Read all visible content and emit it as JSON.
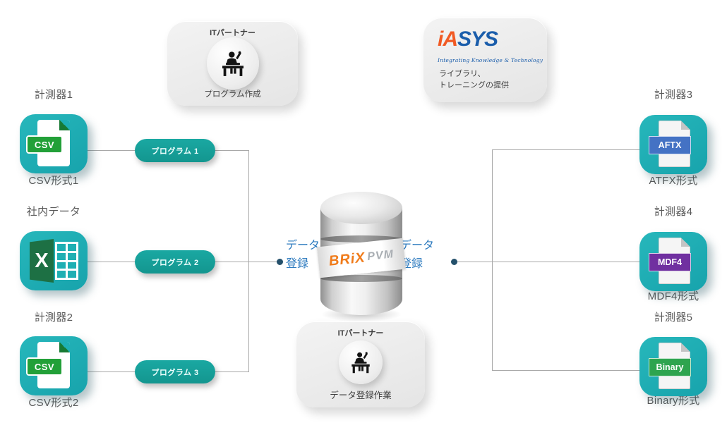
{
  "colors": {
    "tile_teal": "#1EB0B4",
    "pill_teal": "#159B95",
    "note_blue": "#2E7BBF",
    "label_gray": "#595959",
    "line_gray": "#A8A8A8",
    "brix_orange": "#F07B1A",
    "pvm_gray": "#A9AEB3",
    "iasys_orange": "#F15A24",
    "iasys_blue": "#1A5DAB",
    "csv_badge_green": "#22A038",
    "csv_fold_green": "#177A33",
    "excel_green": "#1D7044",
    "aftx_badge_blue": "#4472C4",
    "mdf4_badge_purple": "#7030A0",
    "binary_badge_green": "#2EA44F"
  },
  "partner_top": {
    "title": "ITパートナー",
    "caption": "プログラム作成"
  },
  "iasys": {
    "logo_left": "iA",
    "logo_right": "SYS",
    "tagline": "Integrating Knowledge & Technology",
    "service_line1": "ライブラリ、",
    "service_line2": "トレーニングの提供"
  },
  "sources": [
    {
      "device": "計測器1",
      "badge": "CSV",
      "format": "CSV形式1"
    },
    {
      "device": "社内データ",
      "badge": "X",
      "format": ""
    },
    {
      "device": "計測器2",
      "badge": "CSV",
      "format": "CSV形式2"
    }
  ],
  "programs": [
    "プログラム 1",
    "プログラム 2",
    "プログラム 3"
  ],
  "database": {
    "logo_primary": "BRiX",
    "logo_secondary": "PVM",
    "note_left_line1": "データ",
    "note_left_line2": "登録",
    "note_right_line1": "データ",
    "note_right_line2": "登録"
  },
  "partner_bottom": {
    "title": "ITパートナー",
    "caption": "データ登録作業"
  },
  "outputs": [
    {
      "device": "計測器3",
      "badge": "AFTX",
      "format": "ATFX形式"
    },
    {
      "device": "計測器4",
      "badge": "MDF4",
      "format": "MDF4形式"
    },
    {
      "device": "計測器5",
      "badge": "Binary",
      "format": "Binary形式"
    }
  ]
}
